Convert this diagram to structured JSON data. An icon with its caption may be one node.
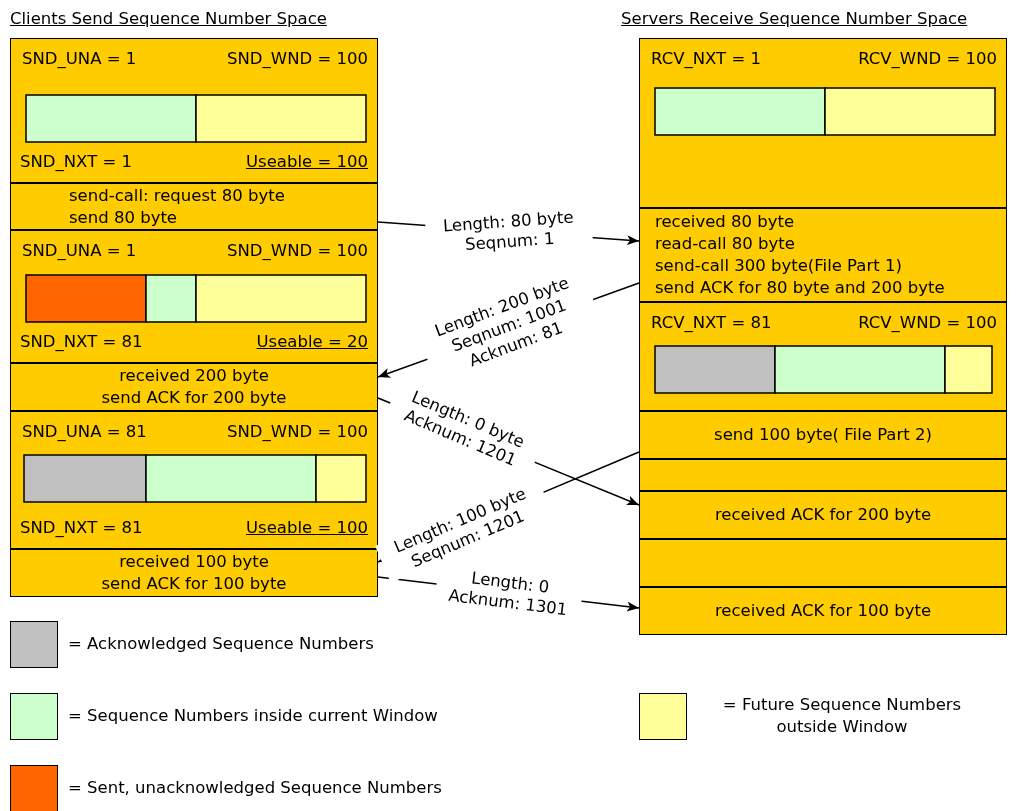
{
  "diagram": {
    "nodes": [
      {
        "text": [
          "SND_UNA = 1",
          "SND_WND = 100",
          "SND_NXT = 1",
          "Useable = 100"
        ]
      },
      {
        "text": [
          "send-call: request 80 byte",
          "send 80 byte"
        ]
      },
      {
        "text": [
          "SND_UNA = 1",
          "SND_WND = 100",
          "SND_NXT = 81",
          "Useable = 20"
        ]
      },
      {
        "text": [
          "received 200 byte",
          "send ACK for 200 byte"
        ]
      },
      {
        "text": [
          "SND_UNA = 81",
          "SND_WND = 100",
          "SND_NXT = 81",
          "Useable = 100"
        ]
      },
      {
        "text": [
          "received 100 byte",
          "send ACK for 100 byte"
        ]
      },
      {
        "text": [
          "RCV_NXT = 1",
          "RCV_WND = 100"
        ]
      },
      {
        "text": [
          "received 80 byte",
          "read-call 80 byte",
          "send-call 300 byte(File Part 1)",
          "send ACK for 80 byte and 200 byte"
        ]
      },
      {
        "text": [
          "RCV_NXT = 81",
          "RCV_WND = 100"
        ]
      },
      {
        "text": [
          "send 100 byte( File Part 2)"
        ]
      },
      {
        "text": [],
        "shape": "box"
      },
      {
        "text": [
          "received ACK for 200 byte"
        ]
      },
      {
        "text": [],
        "shape": "box"
      },
      {
        "text": [
          "received ACK for 100 byte"
        ]
      }
    ],
    "edges": [
      {
        "from": 1,
        "to": 7,
        "arrow": "to",
        "label": "Length: 80 byte Seqnum: 1"
      },
      {
        "from": 7,
        "to": 3,
        "arrow": "to",
        "label": "Length: 200 byte Seqnum: 1001 Acknum: 81"
      },
      {
        "from": 3,
        "to": 11,
        "arrow": "to",
        "label": "Length: 0 byte Acknum: 1201"
      },
      {
        "from": 9,
        "to": 5,
        "arrow": "to",
        "label": "Length: 100 byte Seqnum: 1201"
      },
      {
        "from": 5,
        "to": 13,
        "arrow": "to",
        "label": "Length: 0 Acknum: 1301"
      }
    ],
    "labels": [
      "Clients Send Sequence Number Space",
      "Servers Receive Sequence Number Space"
    ],
    "legend": [
      {
        "text": "= Acknowledged Sequence Numbers",
        "color": "#c0c0c0"
      },
      {
        "text": "= Sequence Numbers inside current Window",
        "color": "#ccffcc"
      },
      {
        "text": "= Future Sequence Numbers outside Window",
        "color": "#ffff99"
      },
      {
        "text": "= Sent, unacknowledged Sequence Numbers",
        "color": "#ff6600"
      }
    ]
  }
}
